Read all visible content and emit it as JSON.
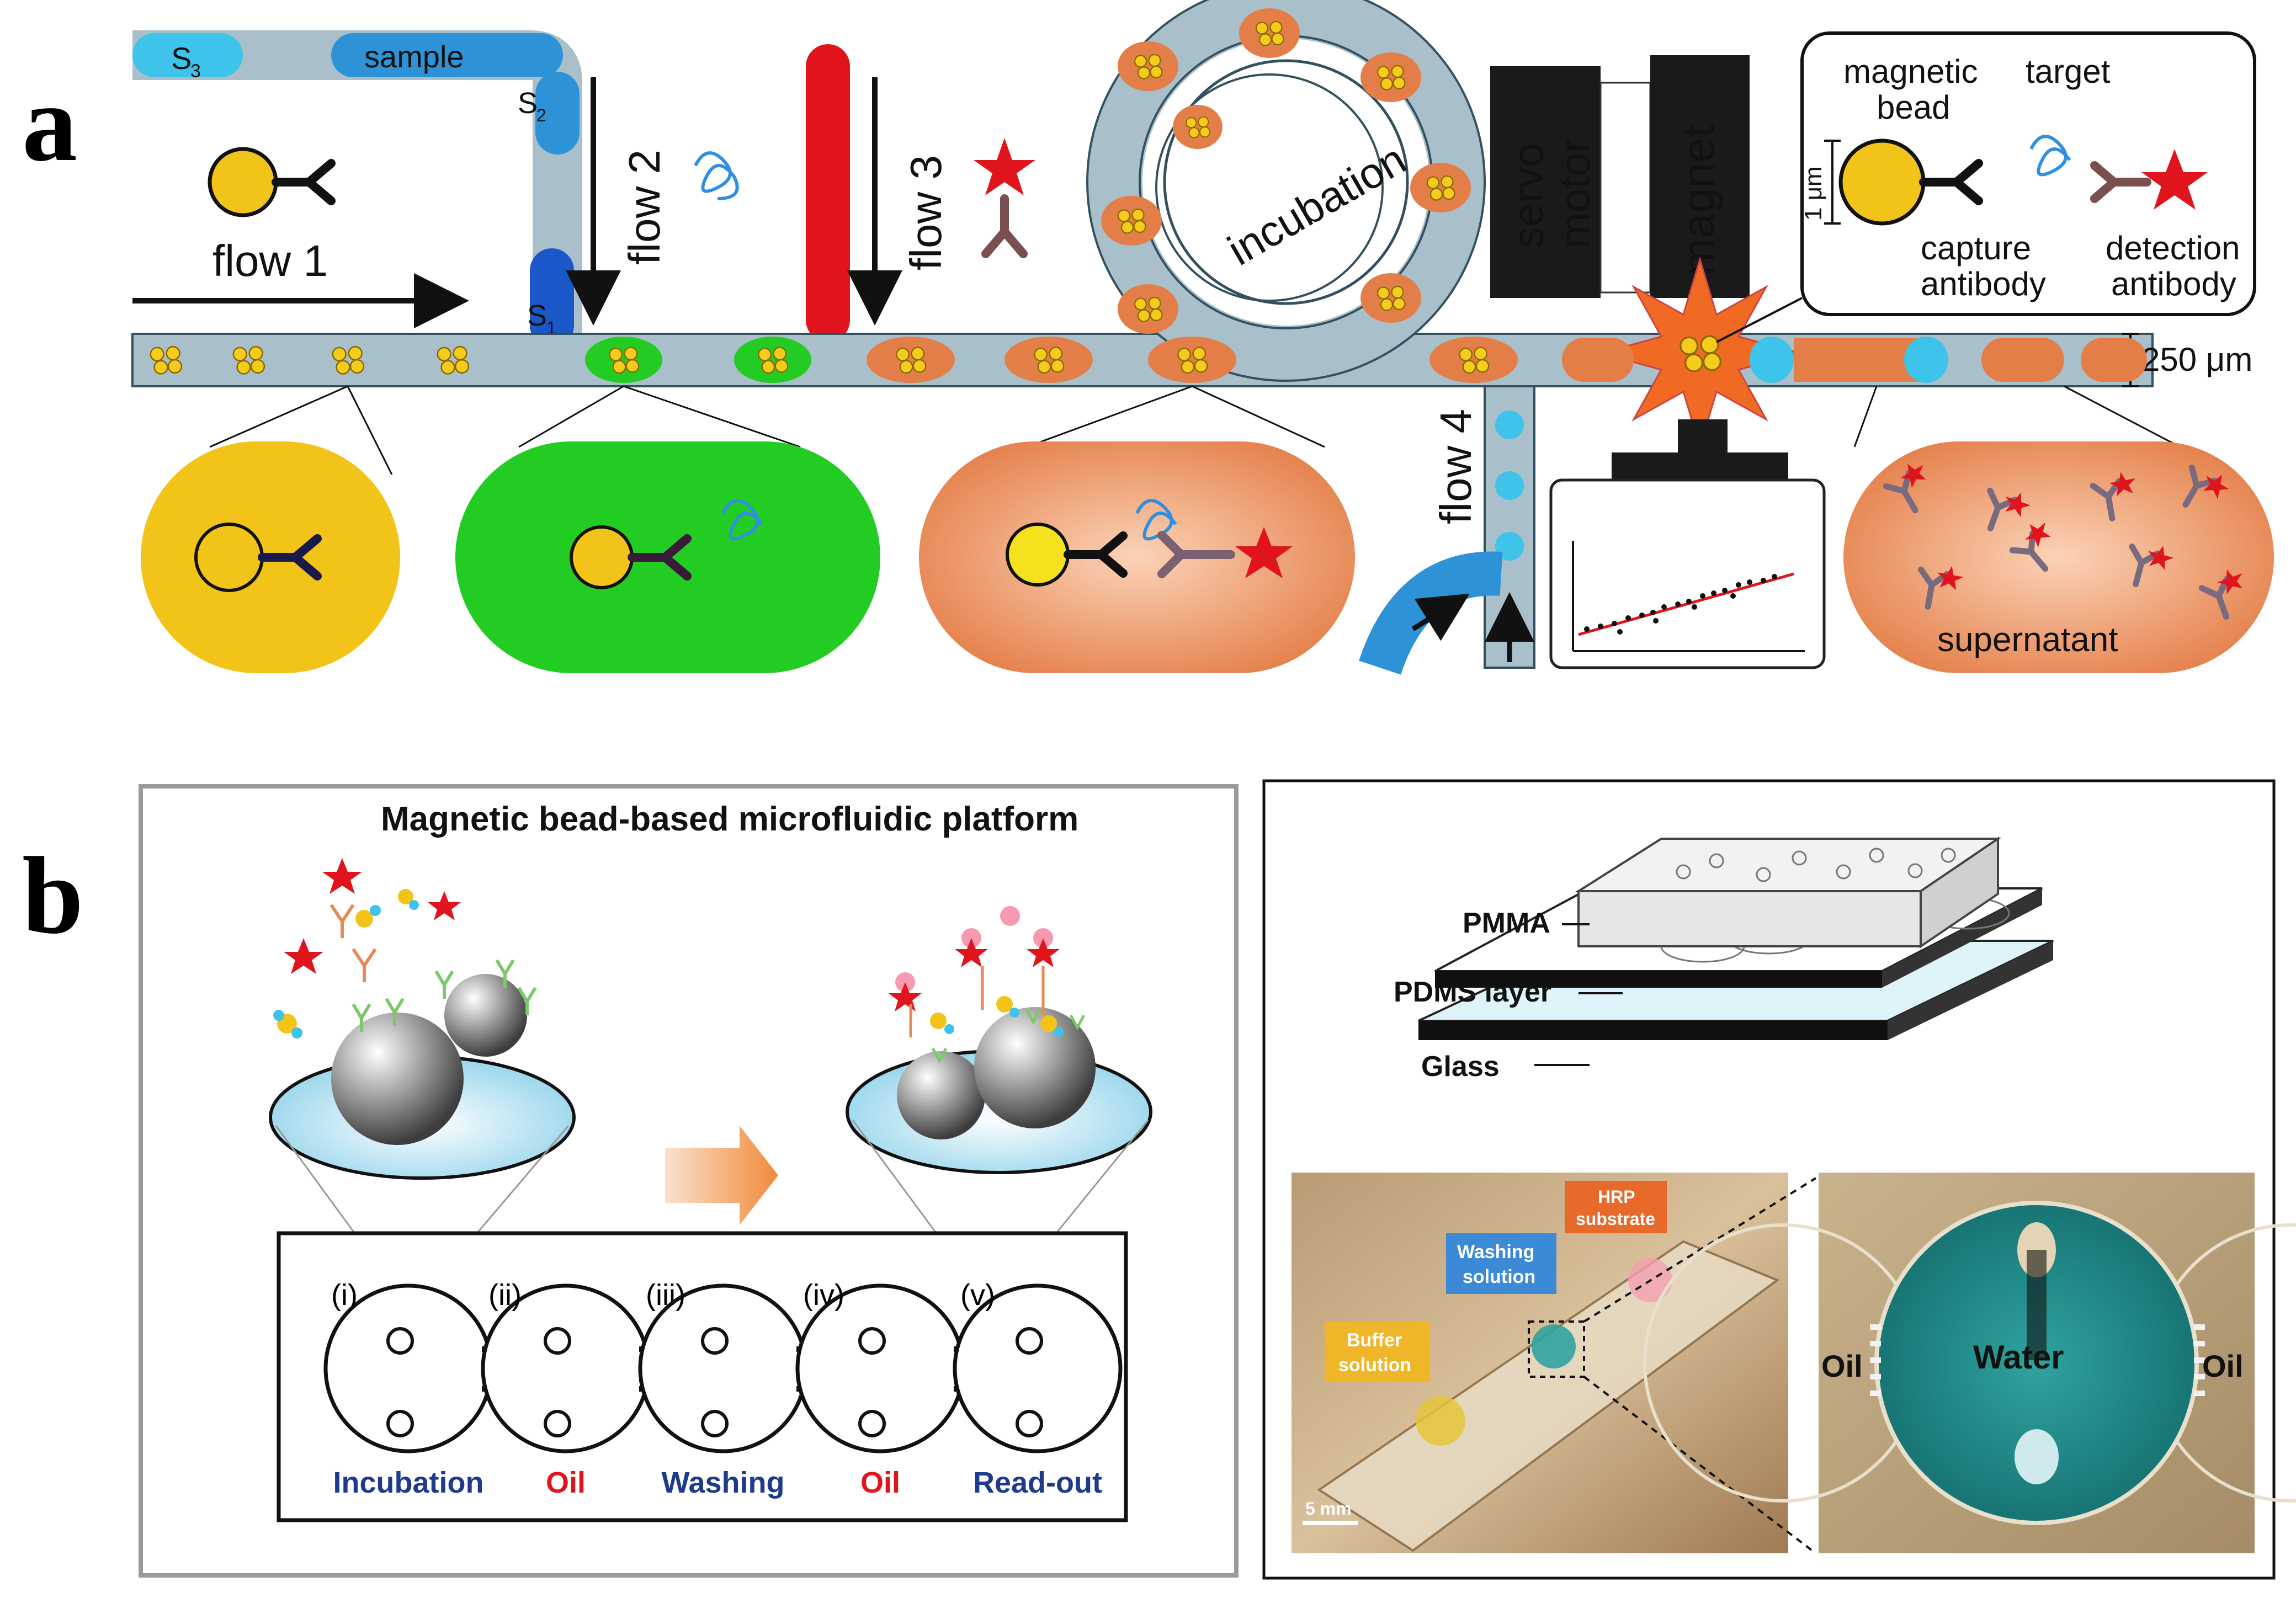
{
  "panel_a": {
    "letter": "a",
    "channel_labels": {
      "s3": "S",
      "s3_sub": "3",
      "sample": "sample",
      "s2": "S",
      "s2_sub": "2",
      "s1": "S",
      "s1_sub": "1"
    },
    "flows": {
      "flow1": "flow 1",
      "flow2": "flow 2",
      "flow3": "flow 3",
      "flow4": "flow 4"
    },
    "incubation": "incubation",
    "servo_motor": [
      "servo",
      "motor"
    ],
    "magnet": "magnet",
    "camera": "camera",
    "channel_height": "250 μm",
    "inset": {
      "magnetic_bead": [
        "magnetic",
        "bead"
      ],
      "target": "target",
      "scale": "1 μm",
      "capture_antibody": [
        "capture",
        "antibody"
      ],
      "detection_antibody": [
        "detection",
        "antibody"
      ]
    },
    "supernatant": "supernatant",
    "colors": {
      "yellow_droplet": "#f2c419",
      "green_droplet": "#22cc22",
      "orange_droplet": "#e47e48",
      "channel": "#a9bfc9",
      "red_inlet": "#e0141c"
    }
  },
  "panel_b": {
    "letter": "b",
    "left_title": "Magnetic bead-based microfluidic platform",
    "chambers": [
      {
        "roman": "(i)",
        "label": "Incubation",
        "color": "#1f3a8c"
      },
      {
        "roman": "(ii)",
        "label": "Oil",
        "color": "#e0141c"
      },
      {
        "roman": "(iii)",
        "label": "Washing",
        "color": "#1f3a8c"
      },
      {
        "roman": "(iv)",
        "label": "Oil",
        "color": "#e0141c"
      },
      {
        "roman": "(v)",
        "label": "Read-out",
        "color": "#1f3a8c"
      }
    ],
    "layers": [
      "PMMA",
      "PDMS layer",
      "Glass"
    ],
    "photo_labels": {
      "hrp": [
        "HRP",
        "substrate"
      ],
      "washing": [
        "Washing",
        "solution"
      ],
      "buffer": [
        "Buffer",
        "solution"
      ],
      "scale": "5 mm"
    },
    "zoom_labels": {
      "left": "Oil",
      "center": "Water",
      "right": "Oil"
    }
  }
}
